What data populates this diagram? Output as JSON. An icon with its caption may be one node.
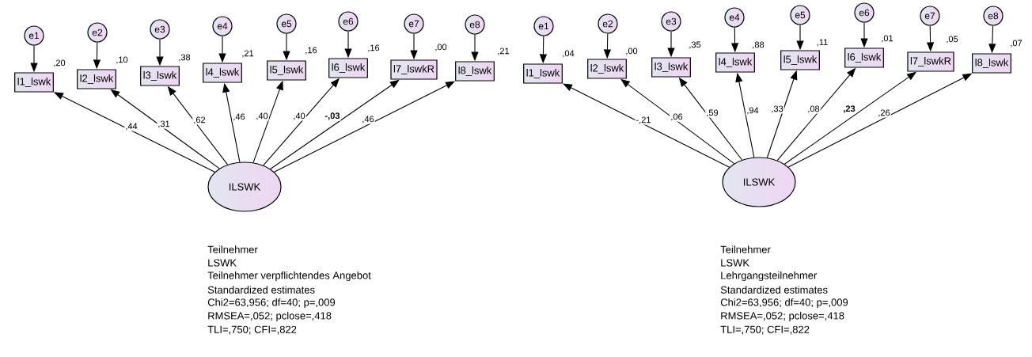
{
  "diagram": {
    "nodes": [
      {
        "text": [
          "e1"
        ]
      },
      {
        "text": [
          "e2"
        ]
      },
      {
        "text": [
          "e3"
        ]
      },
      {
        "text": [
          "e4"
        ]
      },
      {
        "text": [
          "e5"
        ]
      },
      {
        "text": [
          "e6"
        ]
      },
      {
        "text": [
          "e7"
        ]
      },
      {
        "text": [
          "e8"
        ]
      },
      {
        "text": [
          "l1_lswk"
        ],
        "beside": [
          ",20"
        ]
      },
      {
        "text": [
          "l2_lswk"
        ],
        "beside": [
          ",10"
        ]
      },
      {
        "text": [
          "l3_lswk"
        ],
        "beside": [
          ",38"
        ]
      },
      {
        "text": [
          "l4_lswk"
        ],
        "beside": [
          ",21"
        ]
      },
      {
        "text": [
          "l5_lswk"
        ],
        "beside": [
          ",16"
        ]
      },
      {
        "text": [
          "l6_lswk"
        ],
        "beside": [
          ",16"
        ]
      },
      {
        "text": [
          "l7_lswkR"
        ],
        "beside": [
          ",00"
        ]
      },
      {
        "text": [
          "l8_lswk"
        ],
        "beside": [
          ",21"
        ]
      },
      {
        "text": [
          "ILSWK"
        ]
      },
      {
        "text": [
          "e1"
        ]
      },
      {
        "text": [
          "e2"
        ]
      },
      {
        "text": [
          "e3"
        ]
      },
      {
        "text": [
          "e4"
        ]
      },
      {
        "text": [
          "e5"
        ]
      },
      {
        "text": [
          "e6"
        ]
      },
      {
        "text": [
          "e7"
        ]
      },
      {
        "text": [
          "e8"
        ]
      },
      {
        "text": [
          "l1_lswk"
        ],
        "beside": [
          ",04"
        ]
      },
      {
        "text": [
          "l2_lswk"
        ],
        "beside": [
          ",00"
        ]
      },
      {
        "text": [
          "l3_lswk"
        ],
        "beside": [
          ",35"
        ]
      },
      {
        "text": [
          "l4_lswk"
        ],
        "beside": [
          ",88"
        ]
      },
      {
        "text": [
          "l5_lswk"
        ],
        "beside": [
          ",11"
        ]
      },
      {
        "text": [
          "l6_lswk"
        ],
        "beside": [
          ",01"
        ]
      },
      {
        "text": [
          "l7_lswkR"
        ],
        "beside": [
          ",05"
        ]
      },
      {
        "text": [
          "l8_lswk"
        ],
        "beside": [
          ",07"
        ]
      },
      {
        "text": [
          "ILSWK"
        ]
      }
    ],
    "edges": [
      {
        "from": 0,
        "to": 8,
        "arrow": "to"
      },
      {
        "from": 1,
        "to": 9,
        "arrow": "to"
      },
      {
        "from": 2,
        "to": 10,
        "arrow": "to"
      },
      {
        "from": 3,
        "to": 11,
        "arrow": "to"
      },
      {
        "from": 4,
        "to": 12,
        "arrow": "to"
      },
      {
        "from": 5,
        "to": 13,
        "arrow": "to"
      },
      {
        "from": 6,
        "to": 14,
        "arrow": "to"
      },
      {
        "from": 7,
        "to": 15,
        "arrow": "to"
      },
      {
        "from": 16,
        "to": 8,
        "arrow": "to",
        "label": ",44"
      },
      {
        "from": 16,
        "to": 9,
        "arrow": "to",
        "label": ",31"
      },
      {
        "from": 16,
        "to": 10,
        "arrow": "to",
        "label": ",62"
      },
      {
        "from": 16,
        "to": 11,
        "arrow": "to",
        "label": ",46"
      },
      {
        "from": 16,
        "to": 12,
        "arrow": "to",
        "label": ",40"
      },
      {
        "from": 16,
        "to": 13,
        "arrow": "to",
        "label": ",40"
      },
      {
        "from": 16,
        "to": 14,
        "arrow": "to",
        "label": "**-,03**"
      },
      {
        "from": 16,
        "to": 15,
        "arrow": "to",
        "label": ",46"
      },
      {
        "from": 17,
        "to": 25,
        "arrow": "to"
      },
      {
        "from": 18,
        "to": 26,
        "arrow": "to"
      },
      {
        "from": 19,
        "to": 27,
        "arrow": "to"
      },
      {
        "from": 20,
        "to": 28,
        "arrow": "to"
      },
      {
        "from": 21,
        "to": 29,
        "arrow": "to"
      },
      {
        "from": 22,
        "to": 30,
        "arrow": "to"
      },
      {
        "from": 23,
        "to": 31,
        "arrow": "to"
      },
      {
        "from": 24,
        "to": 32,
        "arrow": "to"
      },
      {
        "from": 33,
        "to": 25,
        "arrow": "to",
        "label": "-,21"
      },
      {
        "from": 33,
        "to": 26,
        "arrow": "to",
        "label": ",06"
      },
      {
        "from": 33,
        "to": 27,
        "arrow": "to",
        "label": ",59"
      },
      {
        "from": 33,
        "to": 28,
        "arrow": "to",
        "label": ",94"
      },
      {
        "from": 33,
        "to": 29,
        "arrow": "to",
        "label": ",33"
      },
      {
        "from": 33,
        "to": 30,
        "arrow": "to",
        "label": ",08"
      },
      {
        "from": 33,
        "to": 31,
        "arrow": "to",
        "label": "**,23**"
      },
      {
        "from": 33,
        "to": 32,
        "arrow": "to",
        "label": ",26"
      }
    ],
    "labels": [
      "Teilnehmer",
      "LSWK",
      "Teilnehmer verpflichtendes Angebot",
      "Standardized estimates",
      "Chi2=63,956; df=40; p=,009",
      "RMSEA=,052; pclose=,418",
      "TLI=,750; CFI=,822",
      "Teilnehmer",
      "LSWK",
      "Lehrgangsteilnehmer",
      "Standardized estimates",
      "Chi2=63,956; df=40; p=,009",
      "RMSEA=,052; pclose=,418",
      "TLI=,750; CFI=,822"
    ]
  }
}
